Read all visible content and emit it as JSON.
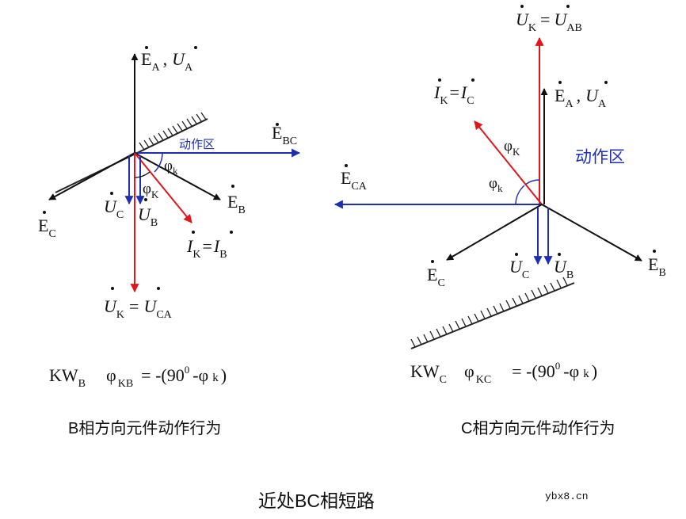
{
  "colors": {
    "black": "#111111",
    "red": "#e0161b",
    "blue": "#1f2fb4",
    "hatch": "#222222"
  },
  "left": {
    "ea_main": "E",
    "ea_sub": "A",
    "ea_sep": ",",
    "ua_main": "U",
    "ua_sub": "A",
    "ebc_main": "E",
    "ebc_sub": "BC",
    "zone": "动作区",
    "phi_k_main": "φ",
    "phi_k_sub": "k",
    "phi_K_main": "φ",
    "phi_K_sub": "K",
    "eb_main": "E",
    "eb_sub": "B",
    "ec_main": "E",
    "ec_sub": "C",
    "uc_main": "U",
    "uc_sub": "C",
    "ub_main": "U",
    "ub_sub": "B",
    "ik_main": "I",
    "ik_sub": "K",
    "ik_eq": "=",
    "ib_main": "I",
    "ib_sub": "B",
    "uk_main": "U",
    "uk_sub": "K",
    "uk_eq": "=",
    "uca_main": "U",
    "uca_sub": "CA",
    "formula_kw": "KW",
    "formula_kw_sub": "B",
    "formula_phi": "φ",
    "formula_phi_sub": "KB",
    "formula_rhs": "= -(90",
    "formula_sup": "0",
    "formula_tail": "-φ",
    "formula_k": "k",
    "formula_close": ")",
    "caption": "B相方向元件动作行为"
  },
  "right": {
    "uk_main": "U",
    "uk_sub": "K",
    "uk_eq": "=",
    "uab_main": "U",
    "uab_sub": "AB",
    "ik_main": "I",
    "ik_sub": "K",
    "ik_eq": "=",
    "ic_main": "I",
    "ic_sub": "C",
    "ea_main": "E",
    "ea_sub": "A",
    "ea_sep": ",",
    "ua_main": "U",
    "ua_sub": "A",
    "phi_K_main": "φ",
    "phi_K_sub": "K",
    "phi_k_main": "φ",
    "phi_k_sub": "k",
    "zone": "动作区",
    "eca_main": "E",
    "eca_sub": "CA",
    "ec_main": "E",
    "ec_sub": "C",
    "uc_main": "U",
    "uc_sub": "C",
    "ub_main": "U",
    "ub_sub": "B",
    "eb_main": "E",
    "eb_sub": "B",
    "formula_kw": "KW",
    "formula_kw_sub": "C",
    "formula_phi": "φ",
    "formula_phi_sub": "KC",
    "formula_rhs": "= -(90",
    "formula_sup": "0",
    "formula_tail": "-φ",
    "formula_k": "k",
    "formula_close": ")",
    "caption": "C相方向元件动作行为"
  },
  "title": "近处BC相短路",
  "watermark": "ybx8.cn"
}
